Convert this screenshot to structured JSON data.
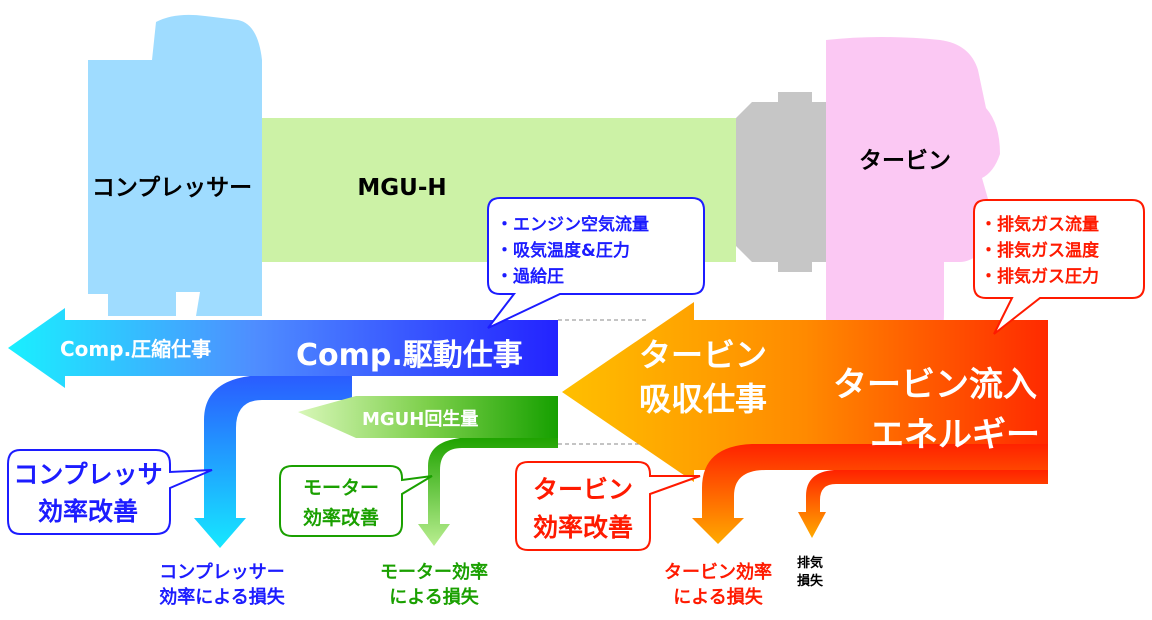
{
  "components": {
    "compressor": "コンプレッサー",
    "mguh": "MGU-H",
    "turbine": "タービン"
  },
  "flows": {
    "comp_compression_work": "Comp.圧縮仕事",
    "comp_drive_work": "Comp.駆動仕事",
    "mguh_regen": "MGUH回生量",
    "turbine_absorb_line1": "タービン",
    "turbine_absorb_line2": "吸収仕事",
    "turbine_inflow_line1": "タービン流入",
    "turbine_inflow_line2": "エネルギー"
  },
  "callouts": {
    "blue_info": [
      "・エンジン空気流量",
      "・吸気温度&圧力",
      "・過給圧"
    ],
    "red_info": [
      "・排気ガス流量",
      "・排気ガス温度",
      "・排気ガス圧力"
    ],
    "compressor_improve": [
      "コンプレッサ",
      "効率改善"
    ],
    "motor_improve": [
      "モーター",
      "効率改善"
    ],
    "turbine_improve": [
      "タービン",
      "効率改善"
    ]
  },
  "losses": {
    "compressor_loss": [
      "コンプレッサー",
      "効率による損失"
    ],
    "motor_loss": [
      "モーター効率",
      "による損失"
    ],
    "turbine_loss": [
      "タービン効率",
      "による損失"
    ],
    "exhaust_loss": [
      "排気",
      "損失"
    ]
  },
  "colors": {
    "compressor_body": "#9fdcff",
    "mguh_body": "#ccf2a6",
    "shaft_gray": "#c6c6c6",
    "turbine_body": "#fbc8f3",
    "blue_dark": "#1c1cff",
    "cyan": "#00e8ff",
    "green_dark": "#1aa000",
    "green_light": "#c8f2a0",
    "red": "#ff1a00",
    "orange": "#ffaa00"
  }
}
